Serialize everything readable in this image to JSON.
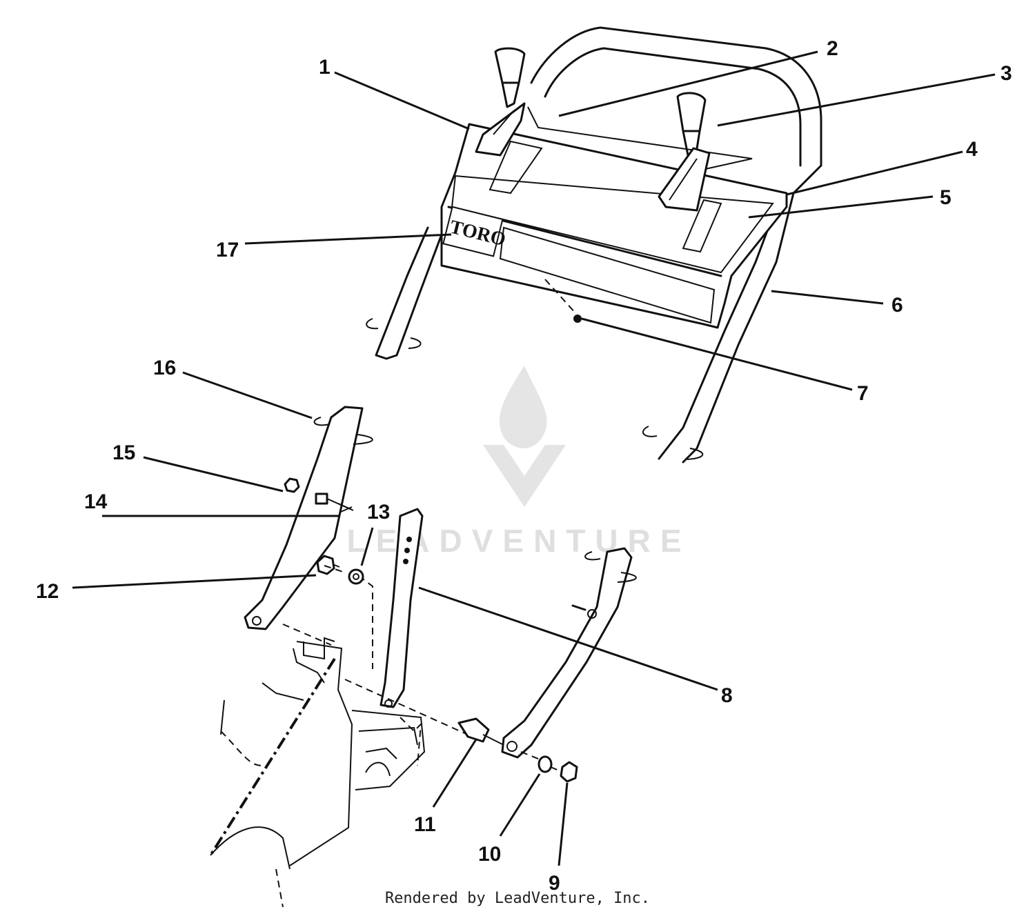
{
  "diagram": {
    "callouts": [
      {
        "id": "1",
        "label": "1"
      },
      {
        "id": "2",
        "label": "2"
      },
      {
        "id": "3",
        "label": "3"
      },
      {
        "id": "4",
        "label": "4"
      },
      {
        "id": "5",
        "label": "5"
      },
      {
        "id": "6",
        "label": "6"
      },
      {
        "id": "7",
        "label": "7"
      },
      {
        "id": "8",
        "label": "8"
      },
      {
        "id": "9",
        "label": "9"
      },
      {
        "id": "10",
        "label": "10"
      },
      {
        "id": "11",
        "label": "11"
      },
      {
        "id": "12",
        "label": "12"
      },
      {
        "id": "13",
        "label": "13"
      },
      {
        "id": "14",
        "label": "14"
      },
      {
        "id": "15",
        "label": "15"
      },
      {
        "id": "16",
        "label": "16"
      },
      {
        "id": "17",
        "label": "17"
      }
    ],
    "logo_text": "TORO",
    "watermark_text": "LEADVENTURE"
  },
  "footer": {
    "credit": "Rendered by LeadVenture, Inc."
  }
}
